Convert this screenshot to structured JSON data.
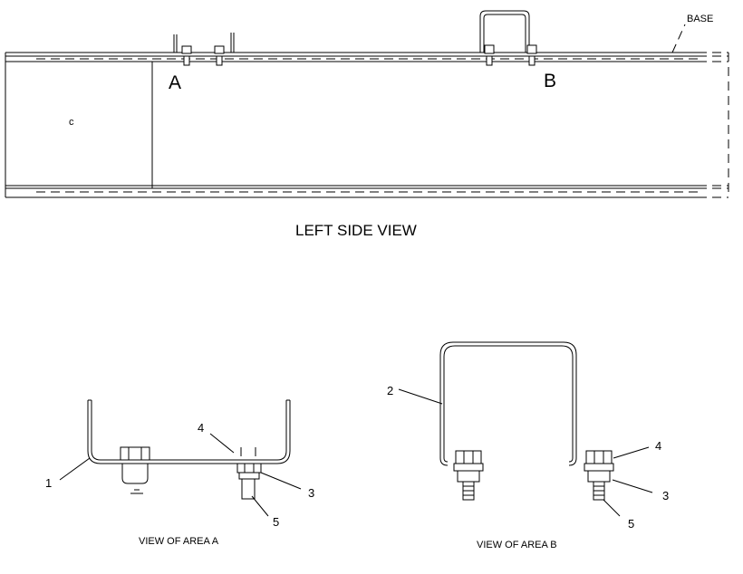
{
  "labels": {
    "base": "BASE",
    "area_a": "A",
    "area_b": "B",
    "left_side_view": "LEFT SIDE VIEW",
    "view_area_a": "VIEW OF AREA  A",
    "view_area_b": "VIEW OF AREA  B",
    "circle_mark": "c"
  },
  "callouts_a": [
    "1",
    "3",
    "4",
    "5"
  ],
  "callouts_b": [
    "2",
    "3",
    "4",
    "5"
  ]
}
